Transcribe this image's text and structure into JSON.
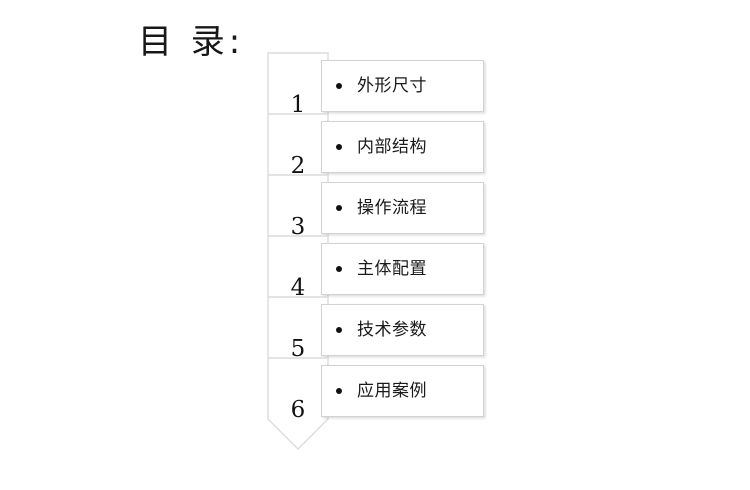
{
  "slide": {
    "background_color": "#ffffff",
    "title": "目 录:",
    "accent_border_color": "#d2d2d2",
    "chevron_fill_color": "#ffffff",
    "chevron_stroke_color": "#d9d9d9",
    "text_color": "#1a1a1a"
  },
  "toc": {
    "items": [
      {
        "number": "1",
        "label": "外形尺寸",
        "bullet": "bullet-dot"
      },
      {
        "number": "2",
        "label": "内部结构",
        "bullet": "bullet-dot"
      },
      {
        "number": "3",
        "label": "操作流程",
        "bullet": "bullet-dot"
      },
      {
        "number": "4",
        "label": "主体配置",
        "bullet": "bullet-dot"
      },
      {
        "number": "5",
        "label": "技术参数",
        "bullet": "bullet-dot"
      },
      {
        "number": "6",
        "label": "应用案例",
        "bullet": "bullet-dot"
      }
    ]
  }
}
